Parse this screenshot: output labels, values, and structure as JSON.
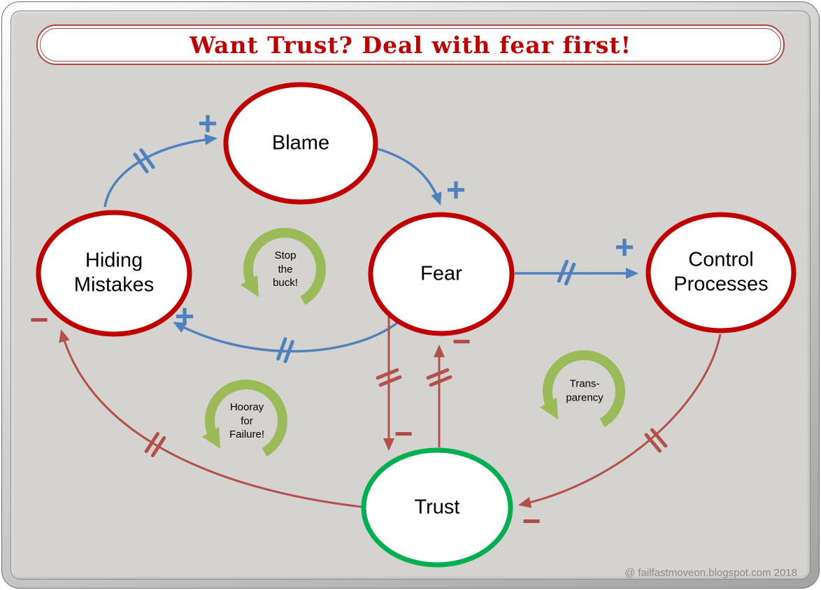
{
  "title": "Want Trust? Deal with fear first!",
  "attribution": "@ failfastmoveon.blogspot.com 2018",
  "signs": {
    "plus": "+",
    "minus": "−"
  },
  "colors": {
    "node_border_red": "#c00000",
    "node_border_green": "#00b050",
    "edge_blue": "#4f81bd",
    "edge_red": "#b3504c",
    "loop_green": "#9bbb59",
    "title_red": "#c00000",
    "canvas_gray": "#d5d3d0"
  },
  "nodes": {
    "blame": {
      "label": "Blame"
    },
    "hiding": {
      "label": "Hiding Mistakes"
    },
    "fear": {
      "label": "Fear"
    },
    "control": {
      "label": "Control Processes"
    },
    "trust": {
      "label": "Trust"
    }
  },
  "loops": {
    "stop_the_buck": {
      "label": "Stop the buck!"
    },
    "hooray": {
      "label": "Hooray for Failure!"
    },
    "transparency": {
      "label": "Trans- parency"
    }
  },
  "edges": [
    {
      "id": "hiding-to-blame",
      "from": "Hiding Mistakes",
      "to": "Blame",
      "polarity": "+",
      "delay": true,
      "color": "blue"
    },
    {
      "id": "blame-to-fear",
      "from": "Blame",
      "to": "Fear",
      "polarity": "+",
      "delay": false,
      "color": "blue"
    },
    {
      "id": "fear-to-hiding",
      "from": "Fear",
      "to": "Hiding Mistakes",
      "polarity": "+",
      "delay": true,
      "color": "blue"
    },
    {
      "id": "fear-to-control",
      "from": "Fear",
      "to": "Control Processes",
      "polarity": "+",
      "delay": true,
      "color": "blue"
    },
    {
      "id": "fear-to-trust",
      "from": "Fear",
      "to": "Trust",
      "polarity": "−",
      "delay": true,
      "color": "red"
    },
    {
      "id": "trust-to-fear",
      "from": "Trust",
      "to": "Fear",
      "polarity": "−",
      "delay": true,
      "color": "red"
    },
    {
      "id": "control-to-trust",
      "from": "Control Processes",
      "to": "Trust",
      "polarity": "−",
      "delay": true,
      "color": "red"
    },
    {
      "id": "trust-to-hiding",
      "from": "Trust",
      "to": "Hiding Mistakes",
      "polarity": "−",
      "delay": true,
      "color": "red"
    }
  ]
}
